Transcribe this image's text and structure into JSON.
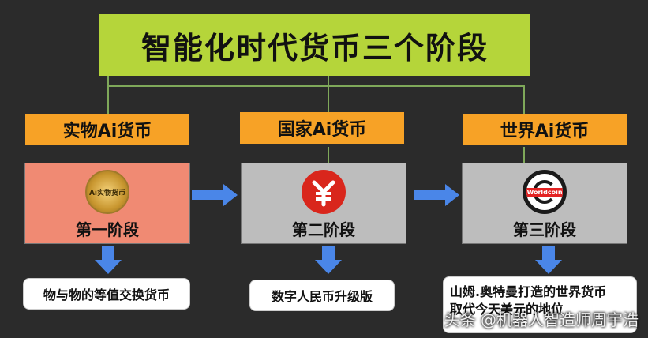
{
  "title": "智能化时代货币三个阶段",
  "stages": [
    {
      "label": "实物Ai货币",
      "stage": "第一阶段",
      "desc": "物与物的等值交换货币",
      "coin_text": "Ai实物货币",
      "box_color": "#f08a73"
    },
    {
      "label": "国家Ai货币",
      "stage": "第二阶段",
      "desc": "数字人民币升级版",
      "coin_icon": "yuan-icon",
      "box_color": "#bdbdbd"
    },
    {
      "label": "世界Ai货币",
      "stage": "第三阶段",
      "desc_line1": "山姆.奥特曼打造的世界货币",
      "desc_line2": "取代今天美元的地位",
      "coin_text": "Worldcoin",
      "box_color": "#bdbdbd"
    }
  ],
  "watermark": "头条 @机器人智造师周宇浩",
  "colors": {
    "title_bg": "#b5d53a",
    "label_bg": "#f7a226",
    "arrow": "#4a86e8",
    "bg": "#2b2b2b"
  }
}
